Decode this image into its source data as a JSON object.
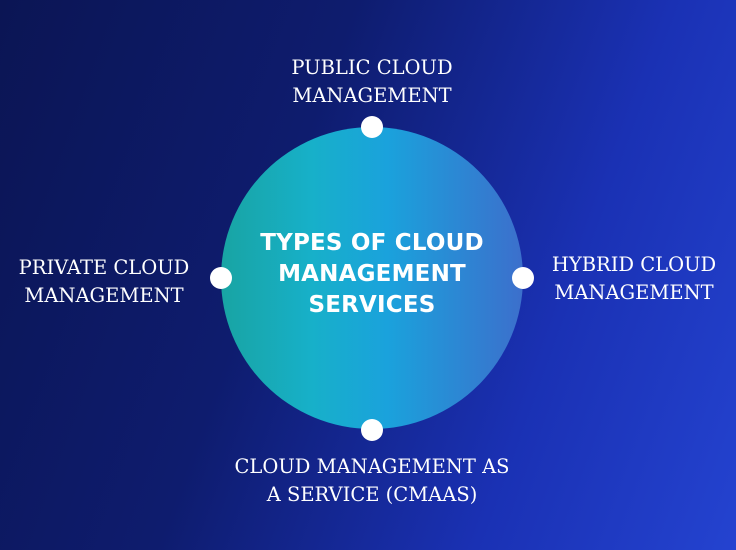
{
  "center": {
    "line1": "TYPES OF CLOUD",
    "line2": "MANAGEMENT",
    "line3": "SERVICES"
  },
  "nodes": {
    "top": {
      "line1": "PUBLIC CLOUD",
      "line2": "MANAGEMENT"
    },
    "left": {
      "line1": "PRIVATE CLOUD",
      "line2": "MANAGEMENT"
    },
    "right": {
      "line1": "HYBRID CLOUD",
      "line2": "MANAGEMENT"
    },
    "bottom": {
      "line1": "CLOUD MANAGEMENT AS",
      "line2": "A SERVICE (CMAAS)"
    }
  },
  "colors": {
    "background_dark": "#0b1554",
    "background_light": "#2443d0",
    "circle_left": "#18a4a3",
    "circle_right": "#3c6fcc",
    "text": "#ffffff"
  }
}
